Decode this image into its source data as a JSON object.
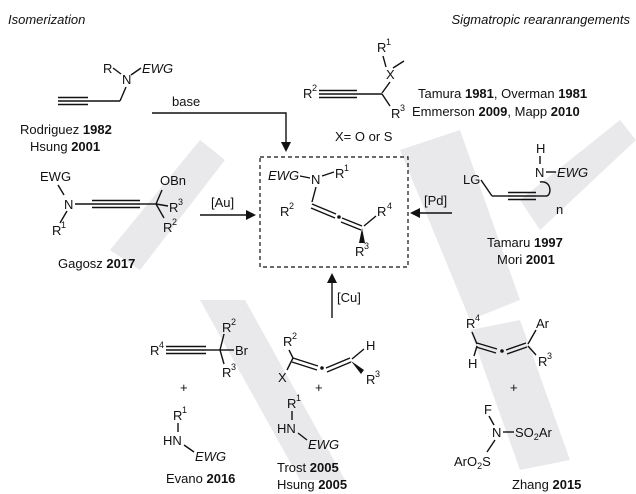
{
  "headers": {
    "left": "Isomerization",
    "right": "Sigmatropic rearanrangements"
  },
  "atoms": {
    "N": "N",
    "X": "X",
    "H": "H",
    "F": "F",
    "S": "S",
    "EWG": "EWG",
    "R": "R",
    "R1": "R",
    "R2": "R",
    "R3": "R",
    "R4": "R",
    "OBn": "OBn",
    "LG": "LG",
    "Br": "Br",
    "Ar": "Ar",
    "HN": "HN",
    "SO2Ar_a": "SO",
    "SO2Ar_b": "Ar",
    "ArO2S_a": "ArO",
    "ArO2S_b": "S",
    "n": "n",
    "plus": "+"
  },
  "superscripts": {
    "one": "1",
    "two": "2",
    "three": "3",
    "four": "4"
  },
  "reagents": {
    "base": "base",
    "au": "[Au]",
    "pd": "[Pd]",
    "cu": "[Cu]"
  },
  "note_x": "X= O or S",
  "citations": {
    "rodriguez": {
      "name": "Rodriguez ",
      "year": "1982"
    },
    "hsung2001": {
      "name": "Hsung ",
      "year": "2001"
    },
    "tamura": {
      "name": "Tamura ",
      "year": "1981"
    },
    "sep": ", ",
    "overman": {
      "name": "Overman ",
      "year": "1981"
    },
    "emmerson": {
      "name": "Emmerson ",
      "year": "2009"
    },
    "mapp": {
      "name": "Mapp ",
      "year": "2010"
    },
    "gagosz": {
      "name": "Gagosz ",
      "year": "2017"
    },
    "tamaru": {
      "name": "Tamaru ",
      "year": "1997"
    },
    "mori": {
      "name": "Mori  ",
      "year": "2001"
    },
    "evano": {
      "name": "Evano ",
      "year": "2016"
    },
    "trost": {
      "name": "Trost ",
      "year": "2005"
    },
    "hsung2005": {
      "name": "Hsung ",
      "year": "2005"
    },
    "zhang": {
      "name": "Zhang ",
      "year": "2015"
    }
  }
}
